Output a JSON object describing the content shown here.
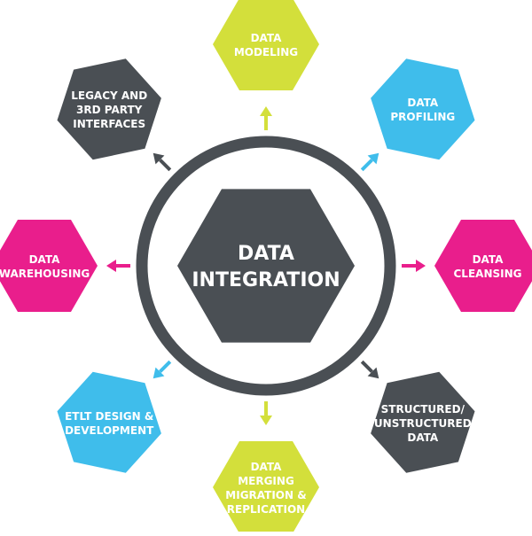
{
  "colors": {
    "dark": "#4a4f54",
    "yellow": "#d3df3b",
    "blue": "#3fbdeb",
    "magenta": "#e91e8c",
    "text_light": "#ffffff"
  },
  "center": {
    "lines": [
      "DATA",
      "INTEGRATION"
    ],
    "color": "dark"
  },
  "nodes": [
    {
      "id": "data-modeling",
      "lines": [
        "DATA",
        "MODELING"
      ],
      "color": "yellow"
    },
    {
      "id": "data-profiling",
      "lines": [
        "DATA",
        "PROFILING"
      ],
      "color": "blue"
    },
    {
      "id": "data-cleansing",
      "lines": [
        "DATA",
        "CLEANSING"
      ],
      "color": "magenta"
    },
    {
      "id": "structured-unstructured-data",
      "lines": [
        "STRUCTURED/",
        "UNSTRUCTURED",
        "DATA"
      ],
      "color": "dark"
    },
    {
      "id": "data-merging",
      "lines": [
        "DATA",
        "MERGING",
        "MIGRATION &",
        "REPLICATION"
      ],
      "color": "yellow"
    },
    {
      "id": "etlt-design-development",
      "lines": [
        "ETLT DESIGN &",
        "DEVELOPMENT"
      ],
      "color": "blue"
    },
    {
      "id": "data-warehousing",
      "lines": [
        "DATA",
        "WAREHOUSING"
      ],
      "color": "magenta"
    },
    {
      "id": "legacy-3rd-party",
      "lines": [
        "LEGACY AND",
        "3RD PARTY",
        "INTERFACES"
      ],
      "color": "dark"
    }
  ]
}
